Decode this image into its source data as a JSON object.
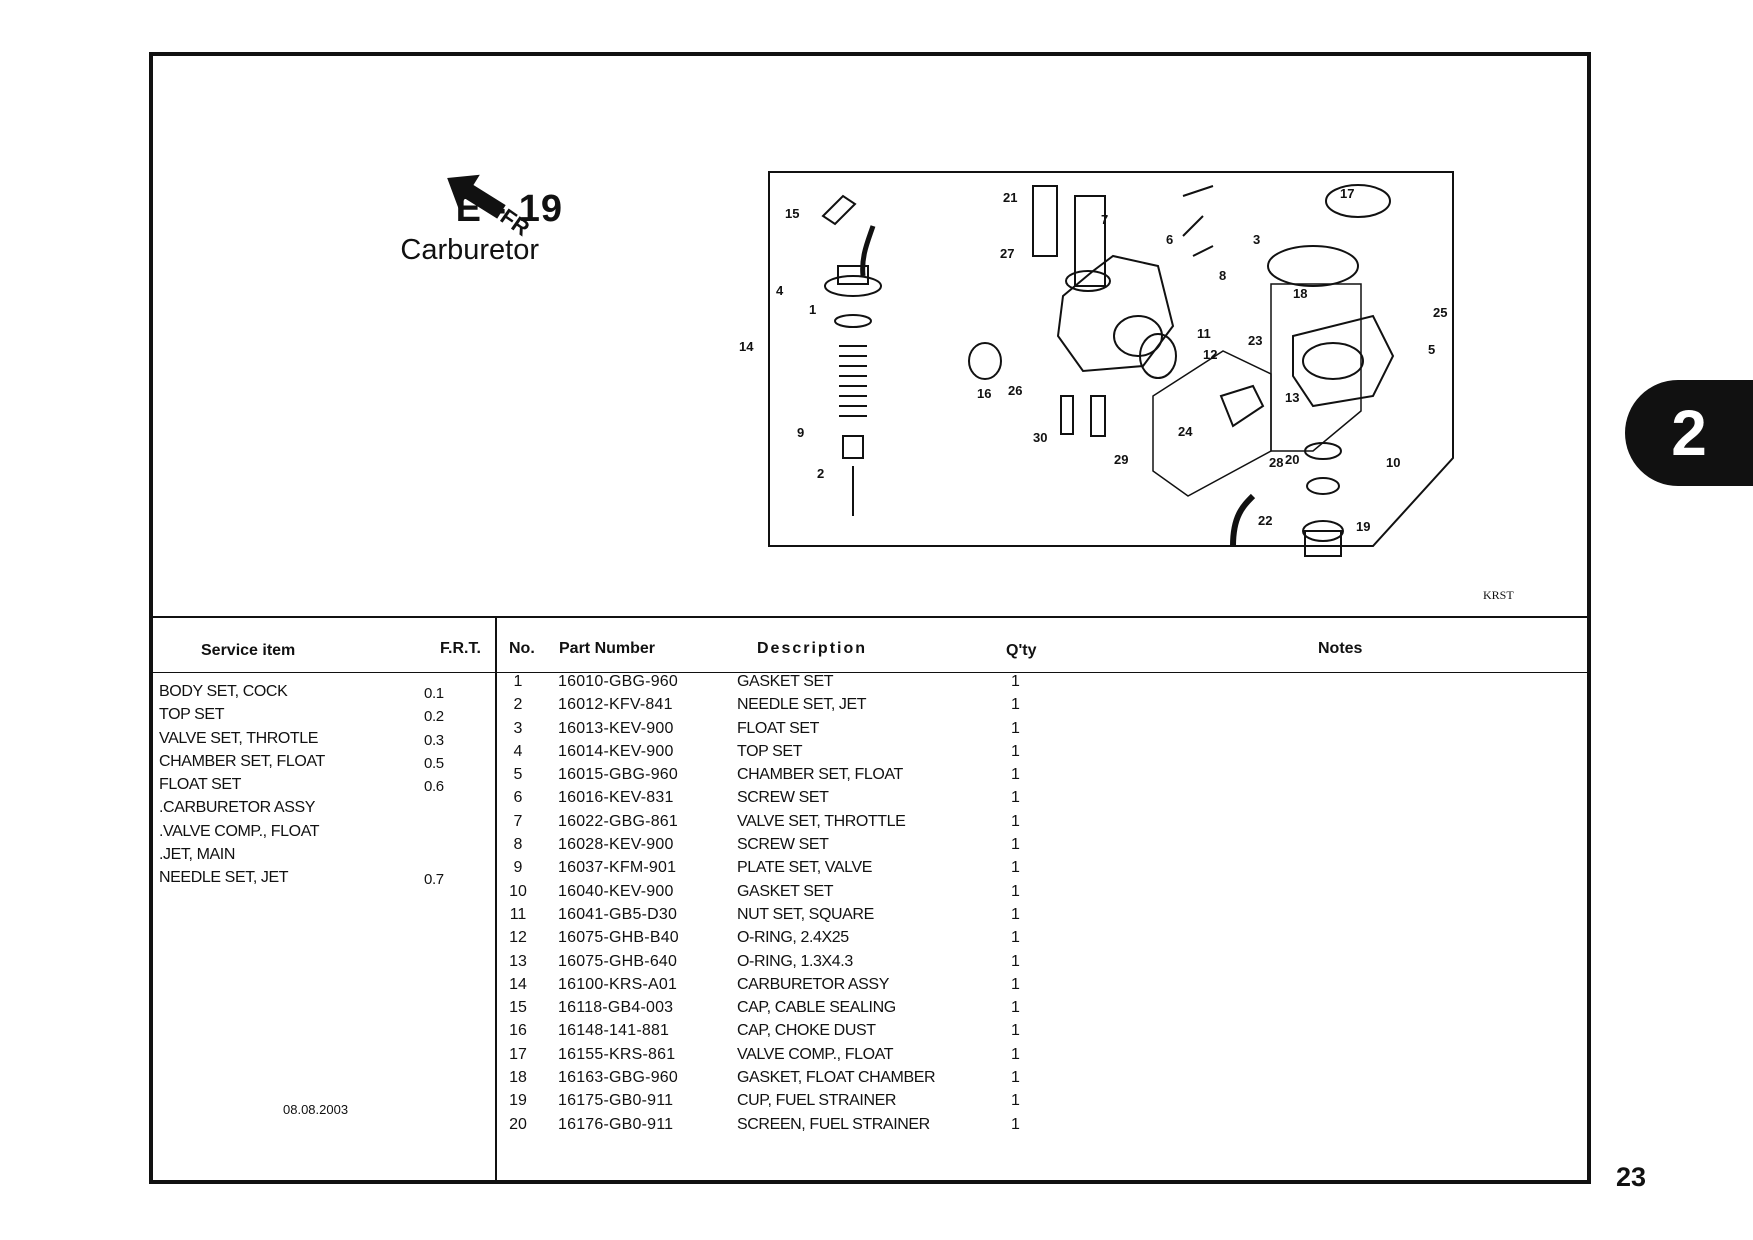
{
  "header": {
    "code": "E - 19",
    "title": "Carburetor",
    "fr_label": "FR"
  },
  "diagram": {
    "watermark": "KRST",
    "callouts": [
      "1",
      "2",
      "3",
      "4",
      "5",
      "6",
      "7",
      "8",
      "9",
      "10",
      "11",
      "12",
      "13",
      "14",
      "15",
      "16",
      "17",
      "18",
      "19",
      "20",
      "21",
      "22",
      "23",
      "24",
      "25",
      "26",
      "27",
      "28",
      "29",
      "30"
    ]
  },
  "table": {
    "headers": {
      "service_item": "Service item",
      "frt": "F.R.T.",
      "no": "No.",
      "part_number": "Part Number",
      "description": "Description",
      "qty": "Q'ty",
      "notes": "Notes"
    },
    "service_items": [
      {
        "name": "BODY SET, COCK",
        "frt": "0.1"
      },
      {
        "name": "TOP SET",
        "frt": "0.2"
      },
      {
        "name": "VALVE SET, THROTLE",
        "frt": "0.3"
      },
      {
        "name": "CHAMBER SET, FLOAT",
        "frt": "0.5"
      },
      {
        "name": "FLOAT SET",
        "frt": "0.6"
      },
      {
        "name": ".CARBURETOR ASSY",
        "frt": ""
      },
      {
        "name": ".VALVE COMP., FLOAT",
        "frt": ""
      },
      {
        "name": ".JET, MAIN",
        "frt": ""
      },
      {
        "name": "NEEDLE SET, JET",
        "frt": "0.7"
      }
    ],
    "parts": [
      {
        "no": "1",
        "part_number": "16010-GBG-960",
        "description": "GASKET SET",
        "qty": "1"
      },
      {
        "no": "2",
        "part_number": "16012-KFV-841",
        "description": "NEEDLE SET, JET",
        "qty": "1"
      },
      {
        "no": "3",
        "part_number": "16013-KEV-900",
        "description": "FLOAT SET",
        "qty": "1"
      },
      {
        "no": "4",
        "part_number": "16014-KEV-900",
        "description": "TOP SET",
        "qty": "1"
      },
      {
        "no": "5",
        "part_number": "16015-GBG-960",
        "description": "CHAMBER SET, FLOAT",
        "qty": "1"
      },
      {
        "no": "6",
        "part_number": "16016-KEV-831",
        "description": "SCREW SET",
        "qty": "1"
      },
      {
        "no": "7",
        "part_number": "16022-GBG-861",
        "description": "VALVE SET, THROTTLE",
        "qty": "1"
      },
      {
        "no": "8",
        "part_number": "16028-KEV-900",
        "description": "SCREW SET",
        "qty": "1"
      },
      {
        "no": "9",
        "part_number": "16037-KFM-901",
        "description": "PLATE SET, VALVE",
        "qty": "1"
      },
      {
        "no": "10",
        "part_number": "16040-KEV-900",
        "description": "GASKET SET",
        "qty": "1"
      },
      {
        "no": "11",
        "part_number": "16041-GB5-D30",
        "description": "NUT SET, SQUARE",
        "qty": "1"
      },
      {
        "no": "12",
        "part_number": "16075-GHB-B40",
        "description": "O-RING, 2.4X25",
        "qty": "1"
      },
      {
        "no": "13",
        "part_number": "16075-GHB-640",
        "description": "O-RING, 1.3X4.3",
        "qty": "1"
      },
      {
        "no": "14",
        "part_number": "16100-KRS-A01",
        "description": "CARBURETOR ASSY",
        "qty": "1"
      },
      {
        "no": "15",
        "part_number": "16118-GB4-003",
        "description": "CAP, CABLE SEALING",
        "qty": "1"
      },
      {
        "no": "16",
        "part_number": "16148-141-881",
        "description": "CAP, CHOKE DUST",
        "qty": "1"
      },
      {
        "no": "17",
        "part_number": "16155-KRS-861",
        "description": "VALVE COMP., FLOAT",
        "qty": "1"
      },
      {
        "no": "18",
        "part_number": "16163-GBG-960",
        "description": "GASKET, FLOAT CHAMBER",
        "qty": "1"
      },
      {
        "no": "19",
        "part_number": "16175-GB0-911",
        "description": "CUP, FUEL STRAINER",
        "qty": "1"
      },
      {
        "no": "20",
        "part_number": "16176-GB0-911",
        "description": "SCREEN, FUEL STRAINER",
        "qty": "1"
      }
    ]
  },
  "footer": {
    "date": "08.08.2003",
    "page_number": "23",
    "section_tab": "2"
  }
}
